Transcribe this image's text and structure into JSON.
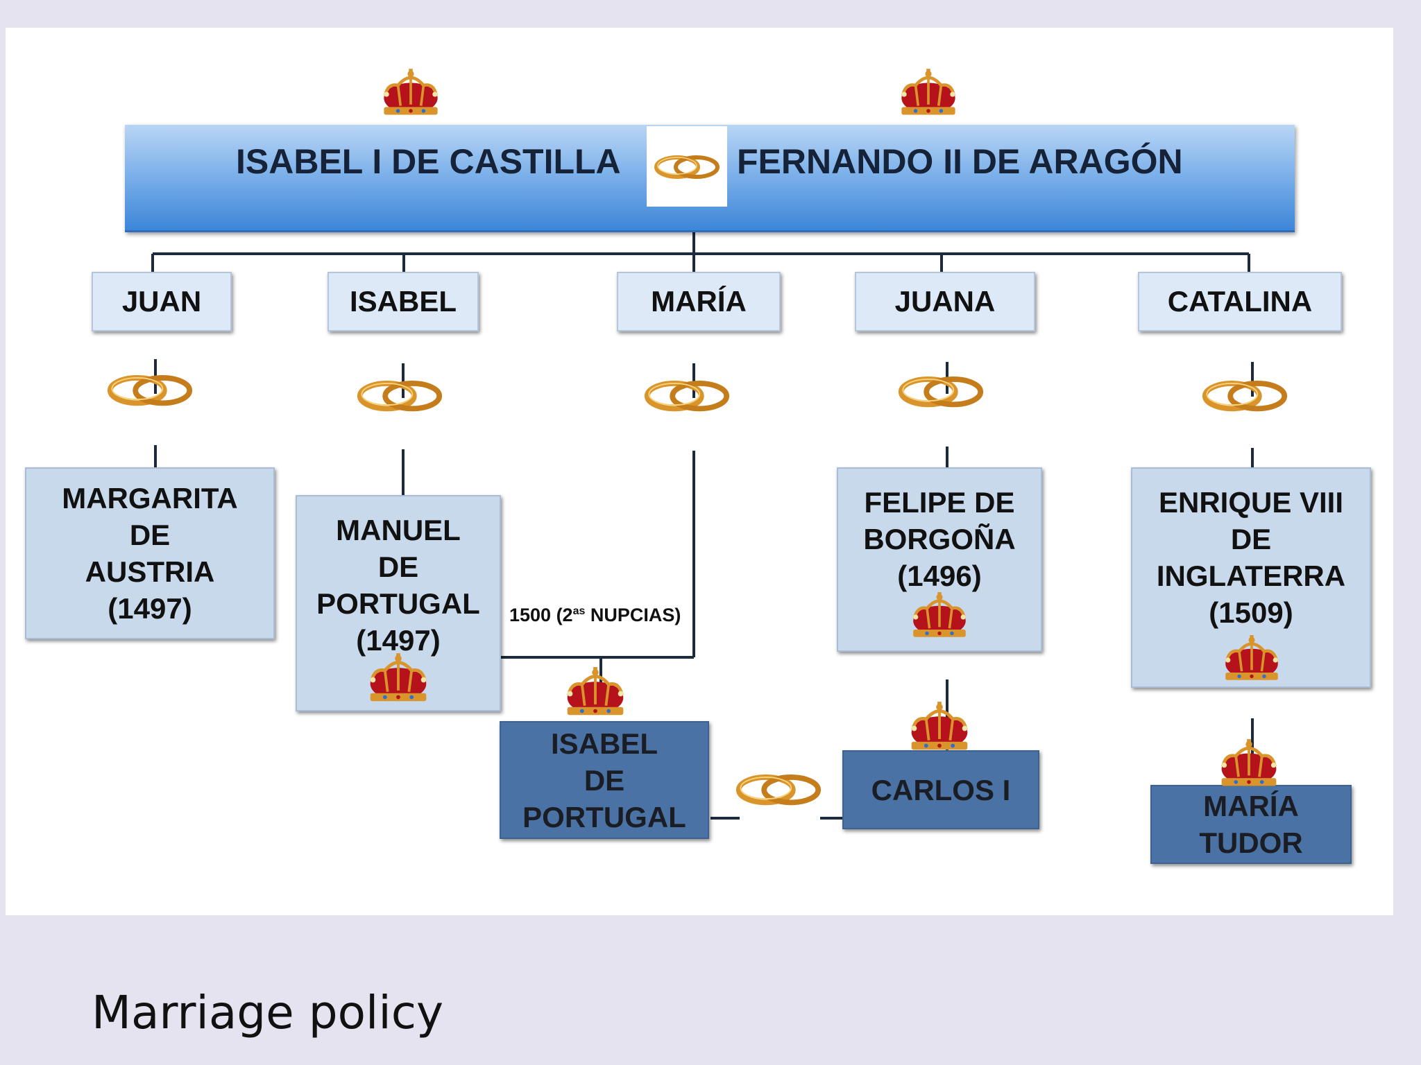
{
  "parents": {
    "left": "ISABEL I DE CASTILLA",
    "right": "FERNANDO II DE ARAGÓN"
  },
  "children": [
    "JUAN",
    "ISABEL",
    "MARÍA",
    "JUANA",
    "CATALINA"
  ],
  "spouses": {
    "margarita": [
      "MARGARITA",
      "DE",
      "AUSTRIA",
      "(1497)"
    ],
    "manuel": [
      "MANUEL",
      "DE",
      "PORTUGAL",
      "(1497)"
    ],
    "felipe": [
      "FELIPE DE",
      "BORGOÑA",
      "(1496)"
    ],
    "enrique": [
      "ENRIQUE VIII",
      "DE",
      "INGLATERRA",
      "(1509)"
    ]
  },
  "grandchildren": {
    "isabel_portugal": [
      "ISABEL",
      "DE",
      "PORTUGAL"
    ],
    "carlos": "CARLOS I",
    "maria_tudor": [
      "MARÍA",
      "TUDOR"
    ]
  },
  "note": {
    "prefix": "1500 (2",
    "sup": "as",
    "suffix": " NUPCIAS)"
  },
  "caption": "Marriage policy",
  "icons": {
    "crown": "crown-icon",
    "rings": "wedding-rings-icon"
  },
  "colors": {
    "top_bar": "#3d86d9",
    "light_box": "#c8d9ec",
    "dark_box": "#4a72a4",
    "gold": "#d9952b",
    "crown_red": "#b5121b"
  }
}
